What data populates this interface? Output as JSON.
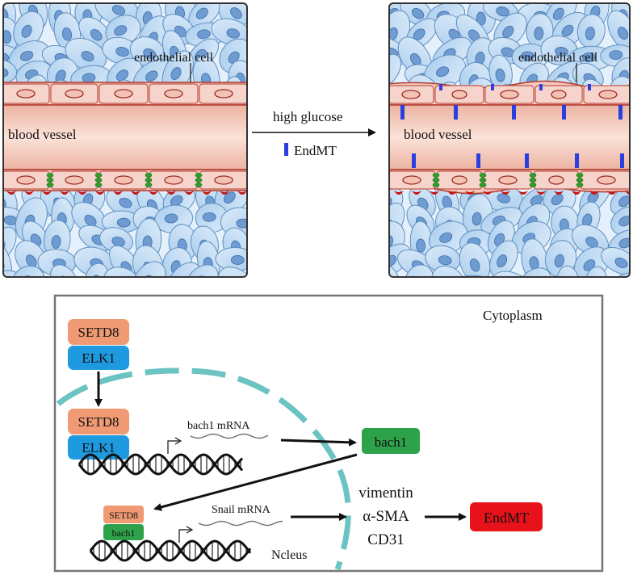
{
  "panels": {
    "left": {
      "cell_label": "endothelial cell",
      "vessel_label": "blood vessel"
    },
    "right": {
      "cell_label": "endothelial cell",
      "vessel_label": "blood vessel"
    }
  },
  "transition": {
    "arrow_label": "high glucose",
    "legend_label": "EndMT"
  },
  "pathway": {
    "region_cytoplasm": "Cytoplasm",
    "region_nucleus": "Ncleus",
    "complex_top": {
      "a": "SETD8",
      "b": "ELK1"
    },
    "complex_bound": {
      "a": "SETD8",
      "b": "ELK1"
    },
    "transcript_1": "bach1 mRNA",
    "protein_bach1": "bach1",
    "complex_small": {
      "a": "SETD8",
      "b": "bach1"
    },
    "transcript_2": "Snail mRNA",
    "markers": [
      "vimentin",
      "α-SMA",
      "CD31"
    ],
    "outcome": "EndMT"
  },
  "colors": {
    "setd8": "#f09a74",
    "elk1": "#1e9be0",
    "bach1": "#2ea24a",
    "endmt": "#e8121a",
    "endmt_marker": "#2b3fe0",
    "nucleus": "#6cc4c2",
    "vessel": "#f3b9a6",
    "cell_blue": "#bcd9f2"
  }
}
